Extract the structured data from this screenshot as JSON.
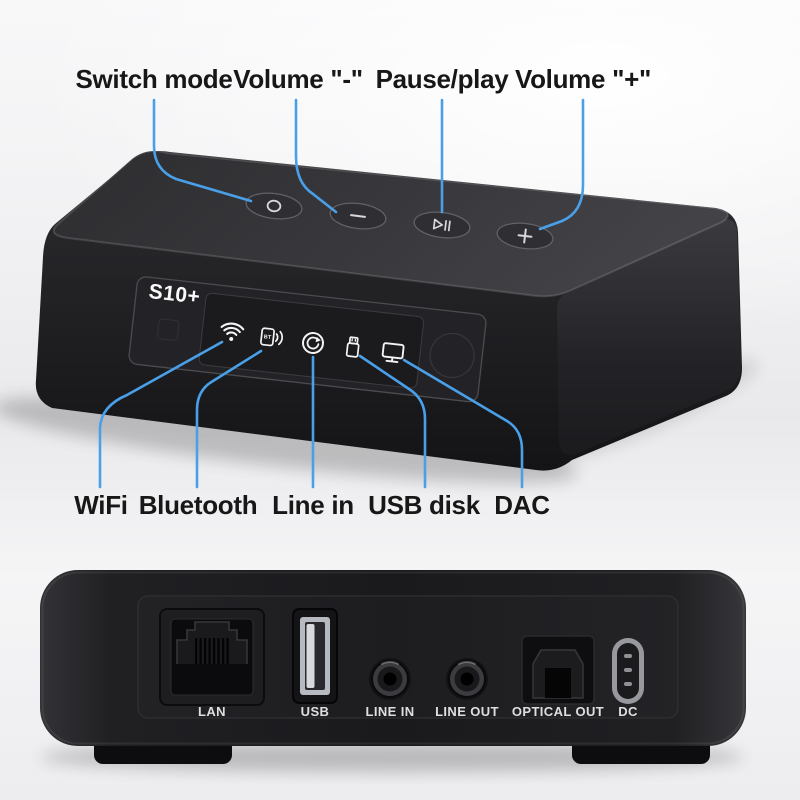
{
  "product": {
    "model": "S10+",
    "views": {
      "top": "top-front perspective view",
      "back": "rear panel view"
    }
  },
  "colors": {
    "callout_line": "#4AA0E8",
    "label_text": "#171717",
    "device_body": "#1d1d20",
    "panel_text": "#ffffff",
    "port_label_text": "#dfdfe1"
  },
  "top_view": {
    "model": "S10+",
    "buttons": [
      {
        "label": "Switch mode",
        "symbol": "mode-circle"
      },
      {
        "label": "Volume \"-\"",
        "symbol": "minus"
      },
      {
        "label": "Pause/play",
        "symbol": "play-pause"
      },
      {
        "label": "Volume \"+\"",
        "symbol": "plus"
      }
    ],
    "indicators": [
      {
        "label": "WiFi",
        "icon": "wifi-icon"
      },
      {
        "label": "Bluetooth",
        "icon": "bluetooth-icon",
        "badge": "BT"
      },
      {
        "label": "Line in",
        "icon": "line-in-icon"
      },
      {
        "label": "USB disk",
        "icon": "usb-disk-icon"
      },
      {
        "label": "DAC",
        "icon": "dac-icon"
      }
    ]
  },
  "back_view": {
    "ports": [
      {
        "label": "LAN",
        "type": "ethernet-port"
      },
      {
        "label": "USB",
        "type": "usb-a-port"
      },
      {
        "label": "LINE IN",
        "type": "aux-jack"
      },
      {
        "label": "LINE OUT",
        "type": "aux-jack"
      },
      {
        "label": "OPTICAL OUT",
        "type": "toslink-port"
      },
      {
        "label": "DC",
        "type": "usb-c-power-port"
      }
    ]
  }
}
